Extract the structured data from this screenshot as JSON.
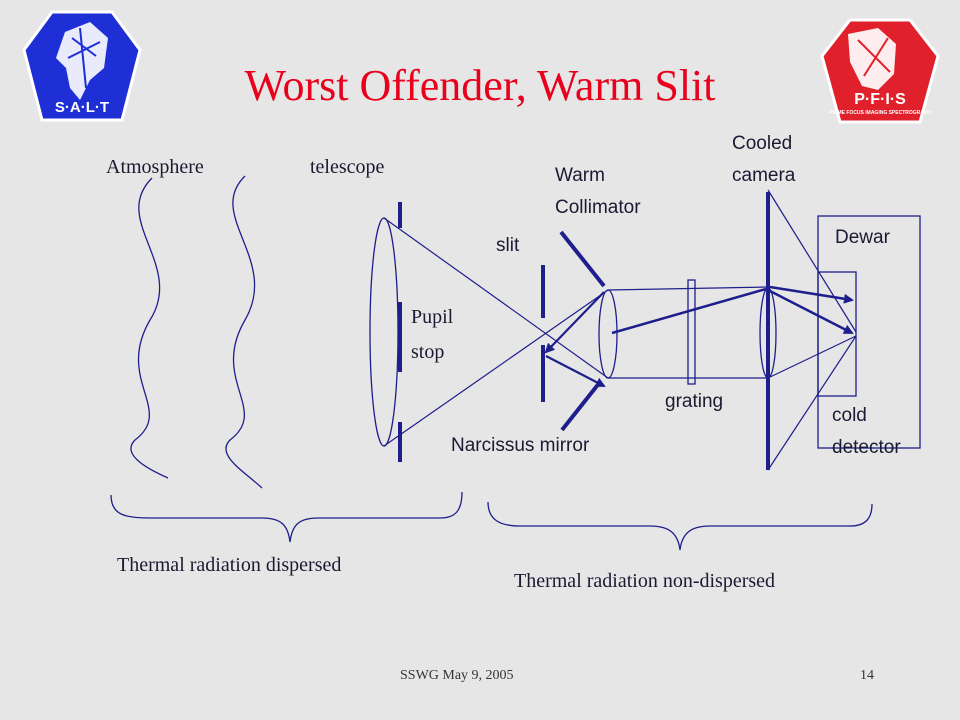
{
  "slide": {
    "title": "Worst Offender, Warm Slit",
    "footer_left": "SSWG  May 9, 2005",
    "page_number": "14"
  },
  "logos": {
    "left": {
      "text": "S·A·L·T",
      "icon": "salt-logo",
      "color": "#1e2fd6"
    },
    "right": {
      "text": "P·F·I·S",
      "subtext": "PRIME FOCUS IMAGING SPECTROGRAPH",
      "icon": "pfis-logo",
      "color": "#e0202a"
    }
  },
  "labels": {
    "atmosphere": "Atmosphere",
    "telescope": "telescope",
    "pupil_stop_1": "Pupil",
    "pupil_stop_2": "stop",
    "slit": "slit",
    "warm_collimator_1": "Warm",
    "warm_collimator_2": "Collimator",
    "cooled_camera_1": "Cooled",
    "cooled_camera_2": "camera",
    "dewar": "Dewar",
    "grating": "grating",
    "narcissus_mirror": "Narcissus mirror",
    "cold_detector_1": "cold",
    "cold_detector_2": "detector",
    "thermal_dispersed": "Thermal radiation dispersed",
    "thermal_non_dispersed": "Thermal radiation non-dispersed"
  },
  "colors": {
    "title": "#e8001c",
    "optics": "#1e1e8c",
    "text": "#1a1a33",
    "background": "#e6e6e6"
  }
}
